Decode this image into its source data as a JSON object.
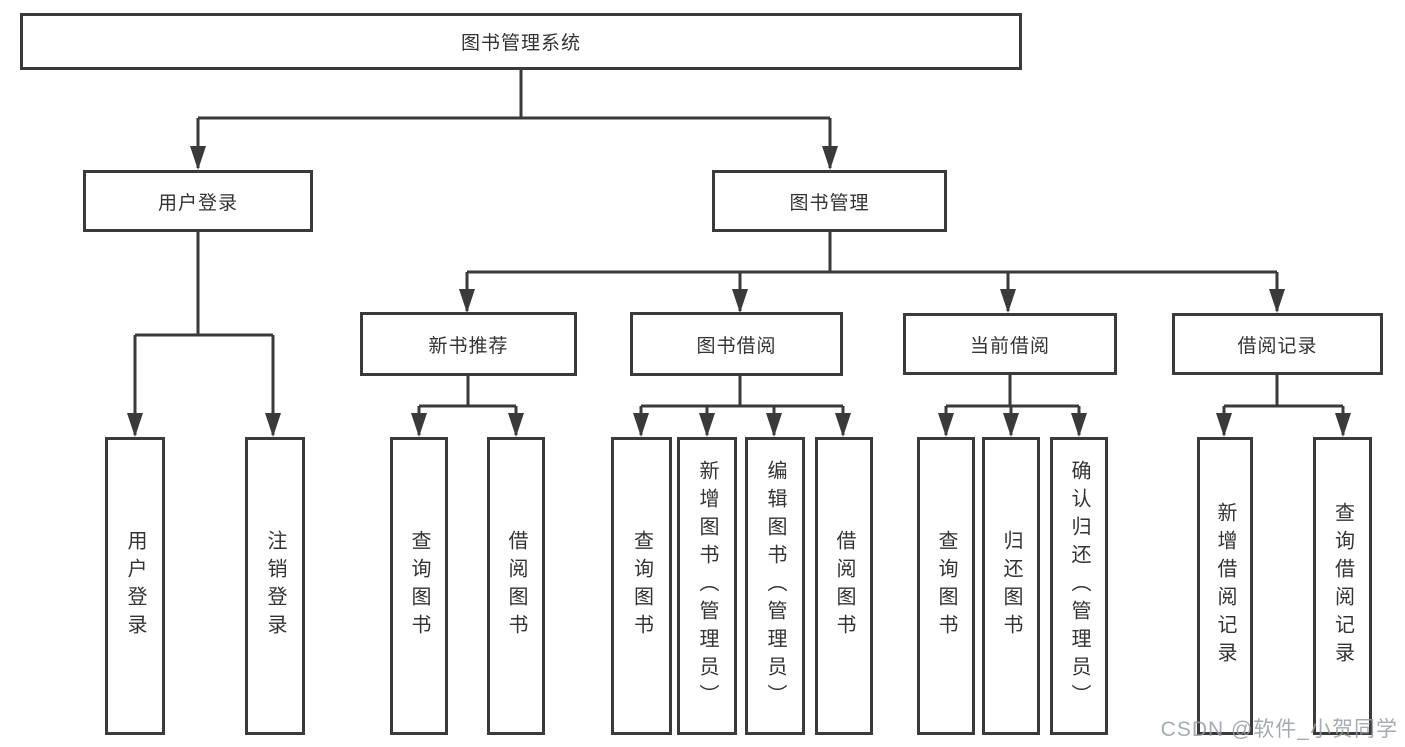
{
  "diagram": {
    "root": {
      "label": "图书管理系统"
    },
    "branches": [
      {
        "label": "用户登录",
        "children": [
          "用户登录",
          "注销登录"
        ]
      },
      {
        "label": "图书管理",
        "children_groups": [
          {
            "label": "新书推荐",
            "children": [
              "查询图书",
              "借阅图书"
            ]
          },
          {
            "label": "图书借阅",
            "children": [
              "查询图书",
              "新增图书（管理员）",
              "编辑图书（管理员）",
              "借阅图书"
            ]
          },
          {
            "label": "当前借阅",
            "children": [
              "查询图书",
              "归还图书",
              "确认归还（管理员）"
            ]
          },
          {
            "label": "借阅记录",
            "children": [
              "新增借阅记录",
              "查询借阅记录"
            ]
          }
        ]
      }
    ]
  },
  "watermark": "CSDN @软件_小贺同学",
  "colors": {
    "line": "#3a3a3a",
    "box_border": "#3a3a3a",
    "text": "#333333",
    "watermark": "#979ca3",
    "background": "#ffffff"
  }
}
